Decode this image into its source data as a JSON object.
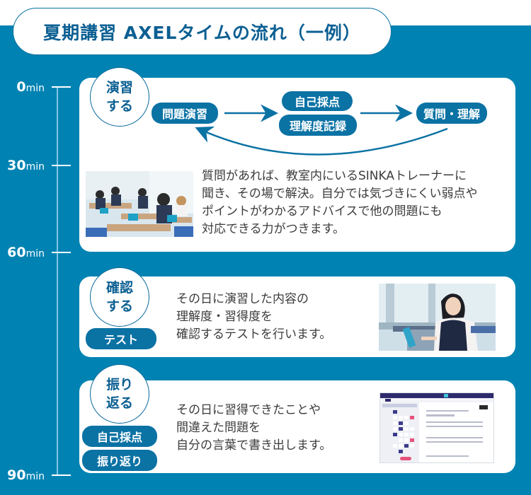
{
  "header": {
    "title": "夏期講習 AXELタイムの流れ（一例）"
  },
  "timeline": {
    "unit": "min",
    "marks": [
      {
        "value": "0",
        "unit": "min"
      },
      {
        "value": "30",
        "unit": "min"
      },
      {
        "value": "60",
        "unit": "min"
      },
      {
        "value": "90",
        "unit": "min"
      }
    ]
  },
  "steps": [
    {
      "badge_line1": "演習",
      "badge_line2": "する",
      "flow": {
        "start": "問題演習",
        "middle_top": "自己採点",
        "middle_bottom": "理解度記録",
        "end": "質問・理解"
      },
      "description": [
        "質問があれば、教室内にいるSINKAトレーナーに",
        "聞き、その場で解決。自分では気づきにくい弱点や",
        "ポイントがわかるアドバイスで他の問題にも",
        "対応できる力がつきます。"
      ],
      "image": "classroom-students-photo"
    },
    {
      "badge_line1": "確認",
      "badge_line2": "する",
      "tags": [
        "テスト"
      ],
      "description": [
        "その日に演習した内容の",
        "理解度・習得度を",
        "確認するテストを行います。"
      ],
      "image": "student-with-tablet-photo"
    },
    {
      "badge_line1": "振り",
      "badge_line2": "返る",
      "tags": [
        "自己採点",
        "振り返り"
      ],
      "description": [
        "その日に習得できたことや",
        "間違えた問題を",
        "自分の言葉で書き出します。"
      ],
      "image": "app-screenshot"
    }
  ],
  "colors": {
    "background_blue": "#0083b2",
    "pill_blue": "#0b72a4",
    "title_text": "#0b5f92",
    "body_text": "#3c3c3c"
  }
}
